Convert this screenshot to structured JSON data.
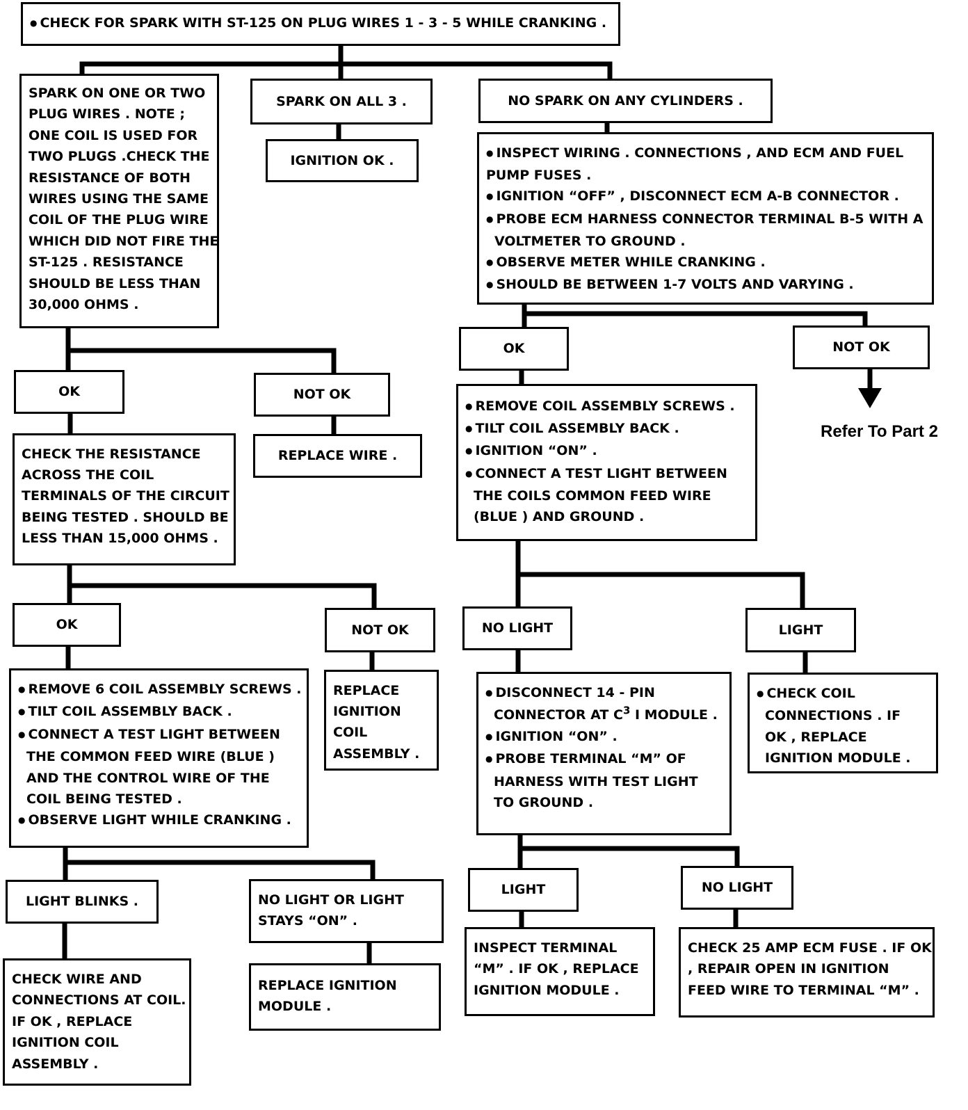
{
  "boxes": {
    "top": [
      "CHECK FOR SPARK WITH ST-125 ON PLUG WIRES 1 - 3 - 5  WHILE CRANKING ."
    ],
    "spark_one_two": [
      "SPARK ON ONE OR TWO",
      "PLUG WIRES . NOTE ;",
      "ONE COIL IS USED FOR",
      "TWO PLUGS .CHECK THE",
      "RESISTANCE OF BOTH",
      "WIRES USING THE SAME",
      "COIL OF THE PLUG WIRE",
      "WHICH DID NOT FIRE THE",
      "ST-125 . RESISTANCE",
      "SHOULD BE LESS THAN",
      "30,000 OHMS ."
    ],
    "spark_all": [
      "SPARK ON ALL 3 ."
    ],
    "ignition_ok": [
      "IGNITION OK ."
    ],
    "no_spark": [
      "NO SPARK ON ANY CYLINDERS ."
    ],
    "inspect_wiring": [
      "INSPECT WIRING . CONNECTIONS , AND ECM AND FUEL",
      "PUMP FUSES .",
      "IGNITION “OFF” , DISCONNECT ECM A-B CONNECTOR .",
      "PROBE ECM HARNESS CONNECTOR TERMINAL B-5 WITH A",
      "VOLTMETER TO GROUND .",
      "OBSERVE METER WHILE CRANKING .",
      "SHOULD BE BETWEEN 1-7 VOLTS AND VARYING ."
    ],
    "ok_l1": [
      "OK"
    ],
    "notok_l1": [
      "NOT OK"
    ],
    "replace_wire": [
      "REPLACE WIRE ."
    ],
    "check_resistance": [
      "CHECK THE RESISTANCE",
      "ACROSS THE COIL",
      "TERMINALS OF THE CIRCUIT",
      "BEING TESTED . SHOULD BE",
      "LESS THAN 15,000 OHMS ."
    ],
    "ok_r1": [
      "OK"
    ],
    "notok_r1": [
      "NOT OK"
    ],
    "remove_coil_r": [
      "REMOVE COIL ASSEMBLY SCREWS .",
      "TILT COIL ASSEMBLY BACK .",
      "IGNITION “ON” .",
      "CONNECT A TEST LIGHT BETWEEN",
      "THE COILS COMMON FEED WIRE",
      "(BLUE ) AND GROUND ."
    ],
    "refer": "Refer To Part 2",
    "ok_l2": [
      "OK"
    ],
    "notok_l2": [
      "NOT OK"
    ],
    "replace_coil": [
      "REPLACE",
      "IGNITION",
      "COIL",
      "ASSEMBLY ."
    ],
    "no_light_r": [
      "NO LIGHT"
    ],
    "light_r": [
      "LIGHT"
    ],
    "remove6": [
      "REMOVE 6 COIL ASSEMBLY SCREWS .",
      "TILT COIL ASSEMBLY BACK .",
      "CONNECT A TEST LIGHT BETWEEN",
      "THE COMMON FEED WIRE (BLUE )",
      "AND THE CONTROL WIRE OF THE",
      "COIL BEING TESTED .",
      "OBSERVE LIGHT WHILE CRANKING ."
    ],
    "disconnect14": [
      "DISCONNECT 14 -  PIN",
      "CONNECTOR AT C",
      "I MODULE .",
      "IGNITION “ON” .",
      "PROBE TERMINAL “M” OF",
      "HARNESS WITH TEST LIGHT",
      "TO GROUND ."
    ],
    "check_coil_conn": [
      "CHECK COIL",
      "CONNECTIONS . IF",
      "OK , REPLACE",
      "IGNITION MODULE ."
    ],
    "light_blinks": [
      "LIGHT BLINKS ."
    ],
    "no_light_stays": [
      "NO LIGHT OR LIGHT",
      "STAYS “ON” ."
    ],
    "light_r3": [
      "LIGHT"
    ],
    "no_light_r3": [
      "NO LIGHT"
    ],
    "check_wire_conn": [
      "CHECK WIRE AND",
      "CONNECTIONS AT COIL.",
      "IF OK , REPLACE",
      "IGNITION COIL",
      "ASSEMBLY ."
    ],
    "replace_module": [
      "REPLACE IGNITION",
      "MODULE ."
    ],
    "inspect_terminal": [
      "INSPECT TERMINAL",
      "“M” . IF OK , REPLACE",
      "IGNITION MODULE ."
    ],
    "check25": [
      "CHECK 25 AMP ECM FUSE . IF OK",
      ", REPAIR OPEN IN IGNITION",
      "FEED WIRE TO TERMINAL  “M” ."
    ]
  }
}
